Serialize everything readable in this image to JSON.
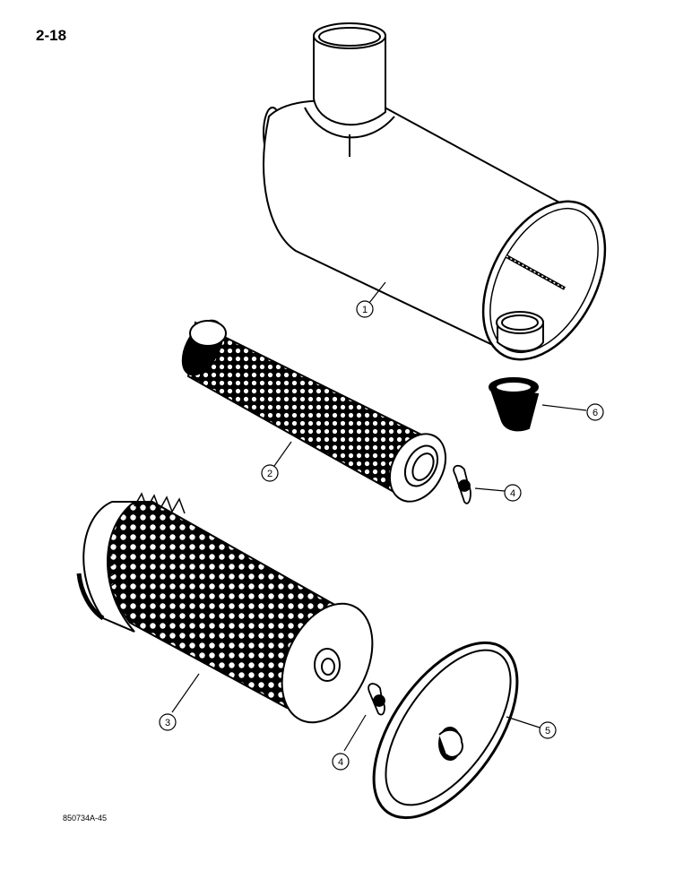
{
  "page": {
    "page_number": "2-18",
    "figure_code": "850734A-45"
  },
  "colors": {
    "ink": "#000000",
    "paper": "#ffffff"
  },
  "callouts": [
    {
      "id": "1",
      "part": "air-cleaner-housing"
    },
    {
      "id": "2",
      "part": "inner-filter-element"
    },
    {
      "id": "3",
      "part": "outer-filter-element"
    },
    {
      "id": "4",
      "part": "wing-nut"
    },
    {
      "id": "4",
      "part": "wing-nut"
    },
    {
      "id": "5",
      "part": "end-cover"
    },
    {
      "id": "6",
      "part": "dust-valve"
    }
  ]
}
